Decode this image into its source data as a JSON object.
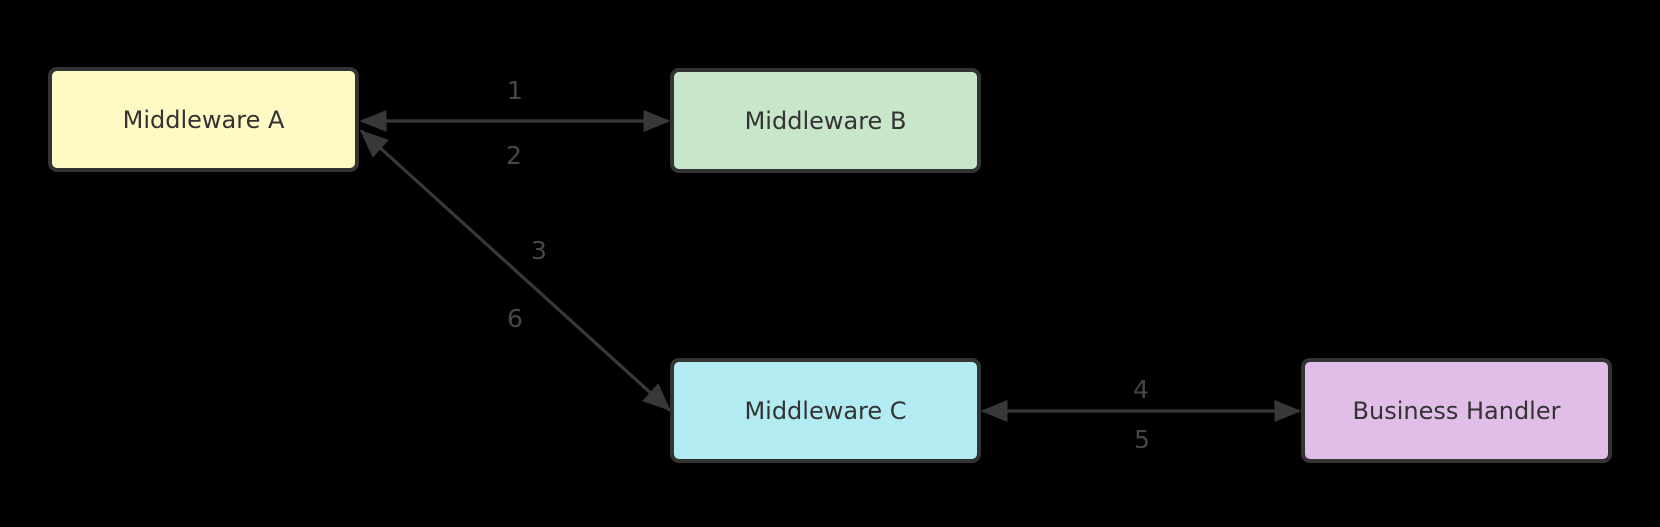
{
  "colors": {
    "background": "#000000",
    "node-border": "#333333",
    "node-text": "#333333",
    "edge": "#383838",
    "edge-label": "#474747",
    "node-a-fill": "#FFF9C4",
    "node-b-fill": "#C8E6C9",
    "node-c-fill": "#B2EBF2",
    "node-h-fill": "#E1BEE7"
  },
  "diagram": {
    "nodes": [
      {
        "id": "middleware-a",
        "label": "Middleware A",
        "fill": "#FFF9C4"
      },
      {
        "id": "middleware-b",
        "label": "Middleware B",
        "fill": "#C8E6C9"
      },
      {
        "id": "middleware-c",
        "label": "Middleware C",
        "fill": "#B2EBF2"
      },
      {
        "id": "business-handler",
        "label": "Business Handler",
        "fill": "#E1BEE7"
      }
    ],
    "edges": [
      {
        "from": "middleware-a",
        "to": "middleware-b",
        "direction": "bidirectional",
        "labels": [
          "1",
          "2"
        ]
      },
      {
        "from": "middleware-a",
        "to": "middleware-c",
        "direction": "bidirectional",
        "labels": [
          "3",
          "6"
        ]
      },
      {
        "from": "middleware-c",
        "to": "business-handler",
        "direction": "bidirectional",
        "labels": [
          "4",
          "5"
        ]
      }
    ]
  }
}
